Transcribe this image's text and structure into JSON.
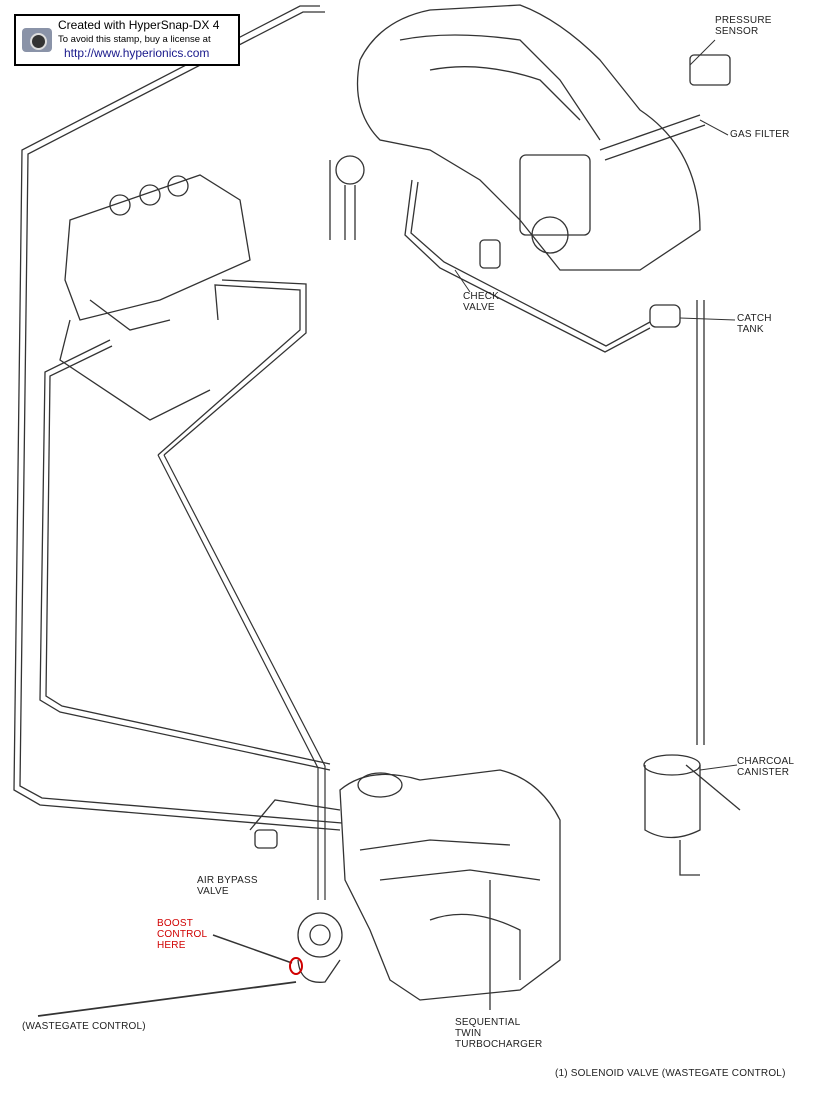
{
  "stamp": {
    "line1": "Created with HyperSnap-DX 4",
    "line2": "To avoid this stamp, buy a license at",
    "line3": "http://www.hyperionics.com",
    "icon": "camera-icon"
  },
  "labels": {
    "pressure_sensor": [
      "PRESSURE",
      "SENSOR"
    ],
    "gas_filter": "GAS FILTER",
    "check_valve": [
      "CHECK",
      "VALVE"
    ],
    "catch_tank": [
      "CATCH",
      "TANK"
    ],
    "charcoal_canister": [
      "CHARCOAL",
      "CANISTER"
    ],
    "air_bypass_valve": [
      "AIR BYPASS",
      "VALVE"
    ],
    "boost_control": [
      "BOOST",
      "CONTROL",
      "HERE"
    ],
    "wastegate_control": "(WASTEGATE CONTROL)",
    "turbocharger": [
      "SEQUENTIAL",
      "TWIN",
      "TURBOCHARGER"
    ],
    "caption": "(1) SOLENOID VALVE (WASTEGATE CONTROL)"
  },
  "colors": {
    "annotation": "#d00000",
    "line": "#222222"
  }
}
